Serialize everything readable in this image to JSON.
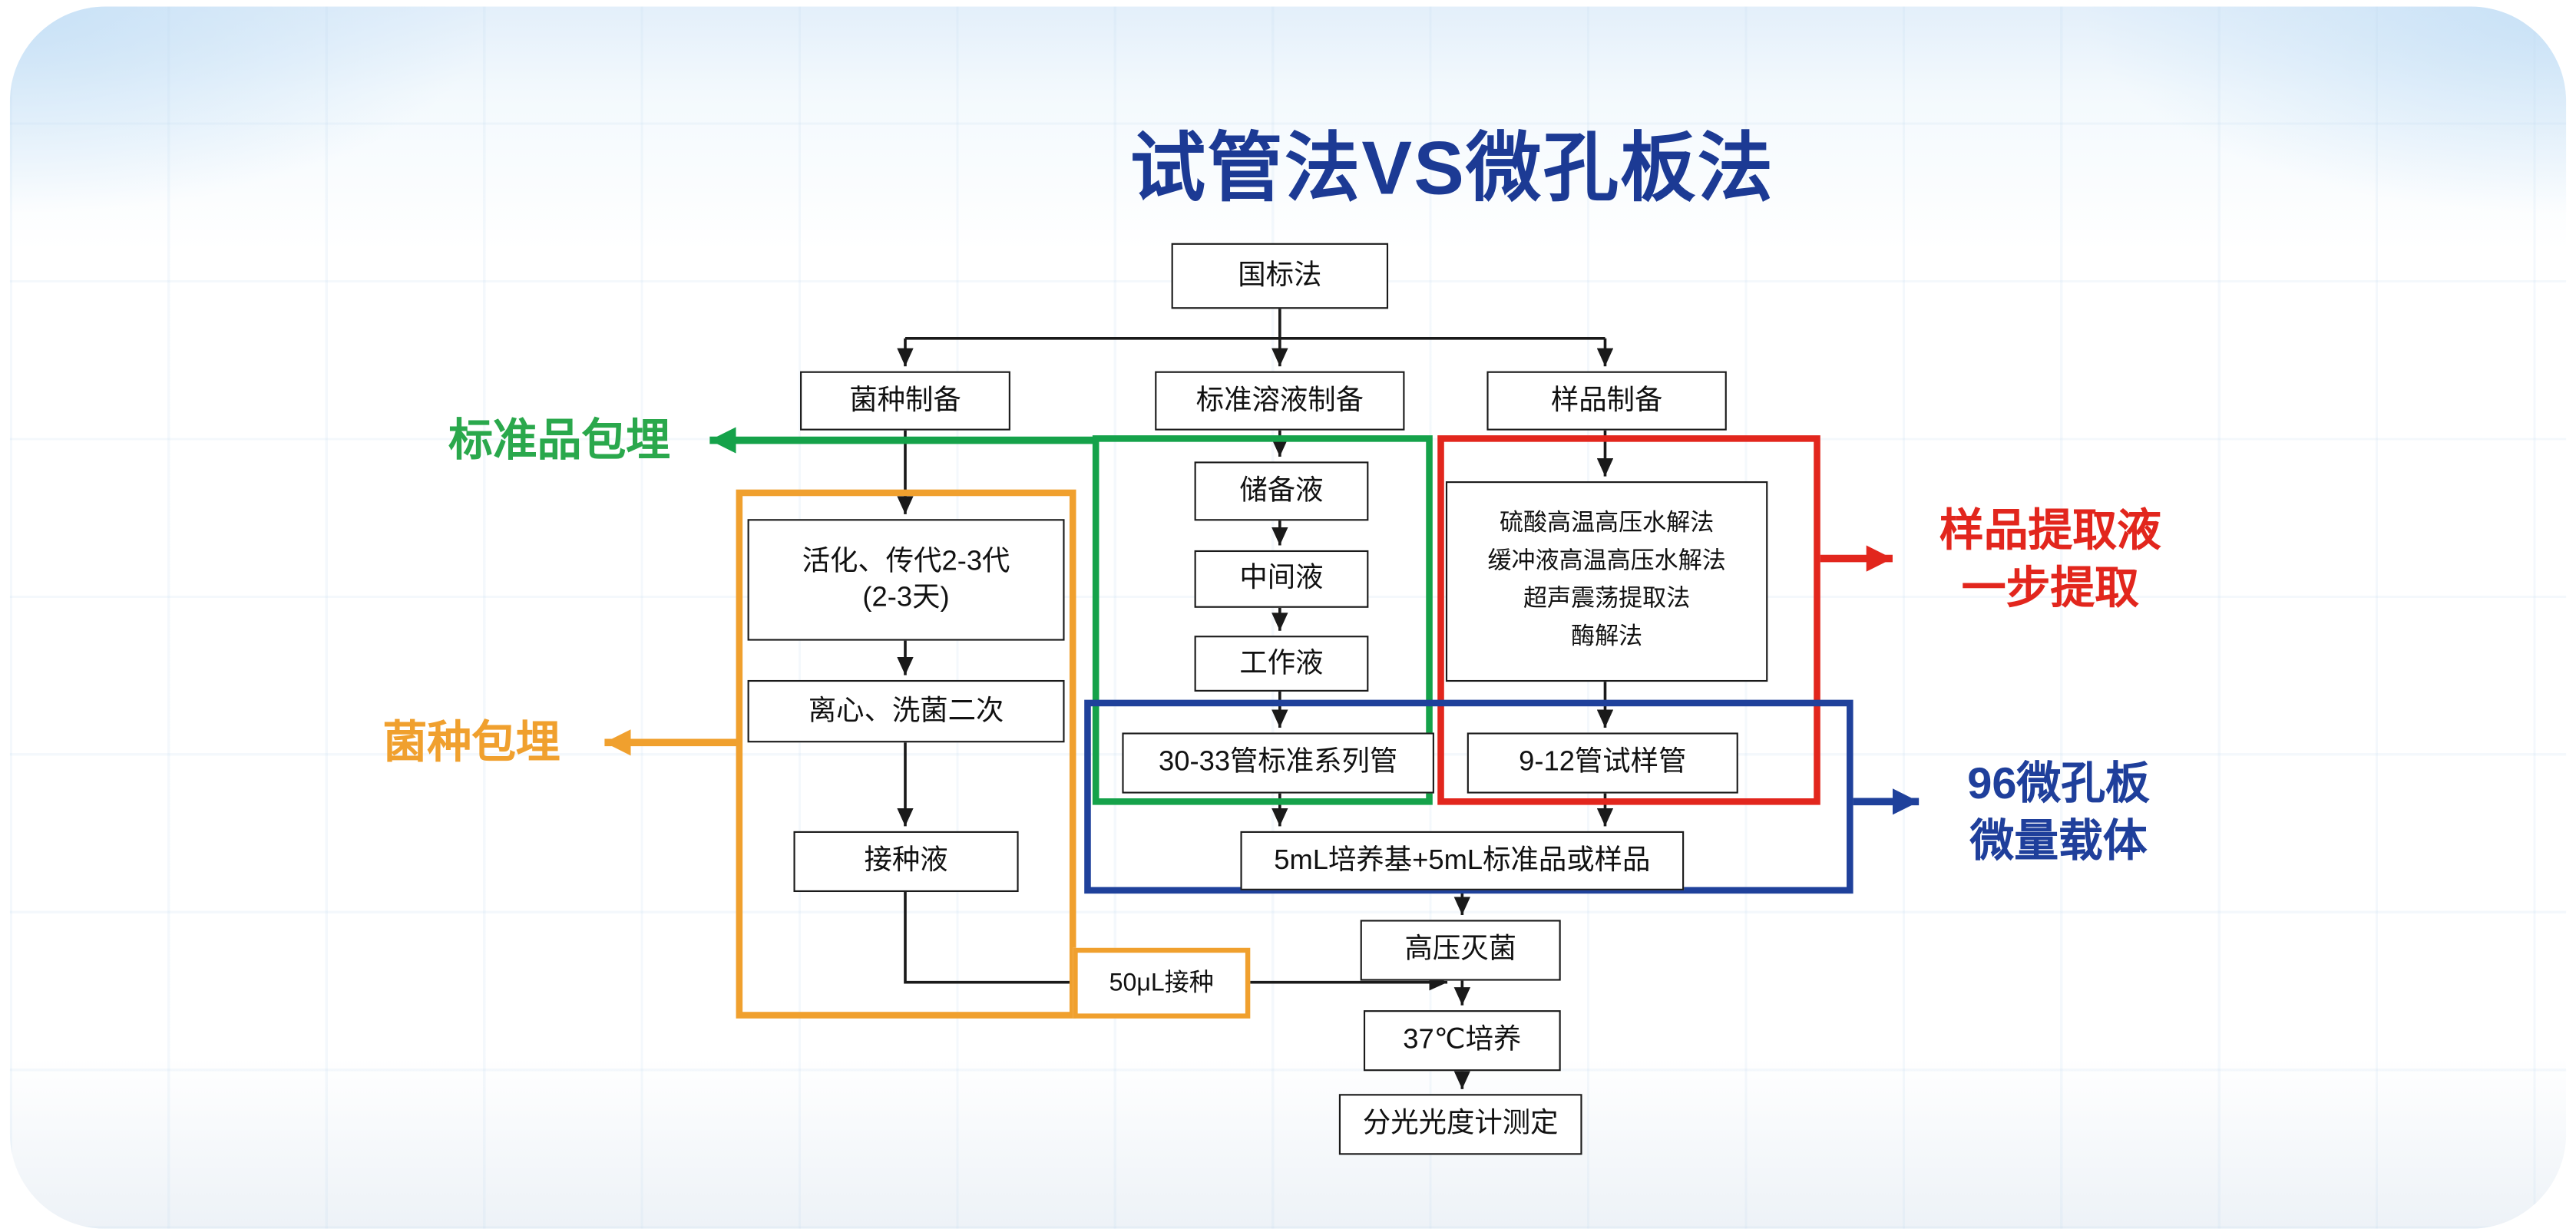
{
  "title": "试管法VS微孔板法",
  "colors": {
    "title_blue": "#1c3a94",
    "annotation_green": "#2aa84c",
    "annotation_orange": "#f0a02e",
    "annotation_red": "#e2261d",
    "annotation_blue": "#1f419b",
    "node_border": "#1a1a1a"
  },
  "flowchart": {
    "root": "国标法",
    "strain_branch": {
      "header": "菌种制备",
      "activation": "活化、传代2-3代\n(2-3天)",
      "centrifuge": "离心、洗菌二次",
      "inoculum": "接种液",
      "inoculation_volume": "50μL接种"
    },
    "standard_branch": {
      "header": "标准溶液制备",
      "stock": "储备液",
      "intermediate": "中间液",
      "working": "工作液",
      "series": "30-33管标准系列管"
    },
    "sample_branch": {
      "header": "样品制备",
      "extraction_methods": "硫酸高温高压水解法\n缓冲液高温高压水解法\n超声震荡提取法\n酶解法",
      "tubes": "9-12管试样管"
    },
    "shared_steps": {
      "medium": "5mL培养基+5mL标准品或样品",
      "sterilize": "高压灭菌",
      "incubate": "37℃培养",
      "measure": "分光光度计测定"
    }
  },
  "annotations": {
    "standard_embedding": "标准品包埋",
    "strain_embedding": "菌种包埋",
    "sample_extraction": "样品提取液\n一步提取",
    "microplate": "96微孔板\n微量载体"
  }
}
